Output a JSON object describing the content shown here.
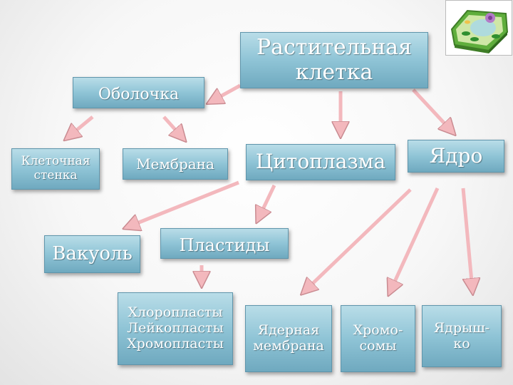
{
  "nodes": {
    "root": "Растительная\nклетка",
    "shell": "Оболочка",
    "cell_wall": "Клеточная\nстенка",
    "membrane": "Мембрана",
    "cytoplasm": "Цитоплазма",
    "nucleus": "Ядро",
    "vacuole": "Вакуоль",
    "plastids": "Пластиды",
    "plastid_types": "Хлоропласты\nЛейкопласты\nХромопласты",
    "nuclear_membrane": "Ядерная\nмембрана",
    "chromosomes": "Хромо-\nсомы",
    "nucleolus": "Ядрыш-\nко"
  },
  "colors": {
    "box_fill": "#8fc4d6",
    "arrow": "#f3b8bd",
    "text": "#ffffff"
  },
  "edges": [
    [
      "root",
      "shell"
    ],
    [
      "root",
      "cytoplasm"
    ],
    [
      "root",
      "nucleus"
    ],
    [
      "shell",
      "cell_wall"
    ],
    [
      "shell",
      "membrane"
    ],
    [
      "cytoplasm",
      "vacuole"
    ],
    [
      "cytoplasm",
      "plastids"
    ],
    [
      "plastids",
      "plastid_types"
    ],
    [
      "nucleus",
      "nuclear_membrane"
    ],
    [
      "nucleus",
      "chromosomes"
    ],
    [
      "nucleus",
      "nucleolus"
    ]
  ],
  "image": {
    "icon": "plant-cell-illustration"
  }
}
